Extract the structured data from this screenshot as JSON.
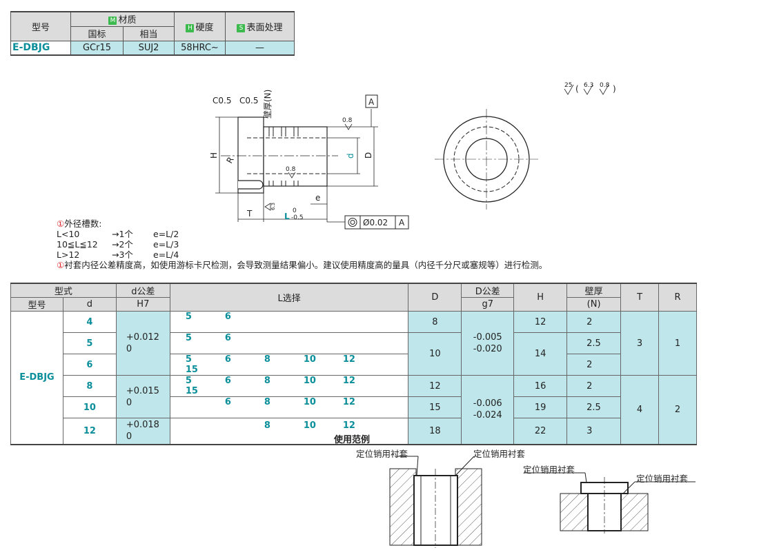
{
  "material_table": {
    "model_header": "型号",
    "material_header": "材质",
    "material_badge": "M",
    "std_header": "国标",
    "equiv_header": "相当",
    "hardness_header": "硬度",
    "hardness_badge": "H",
    "surface_header": "表面处理",
    "surface_badge": "S",
    "model": "E-DBJG",
    "std_value": "GCr15",
    "equiv_value": "SUJ2",
    "hardness_value": "58HRC~",
    "surface_value": "—"
  },
  "drawing": {
    "chamfer1": "C0.5",
    "chamfer2": "C0.5",
    "wall_label": "壁厚(N)",
    "datum": "A",
    "rough_top": "0.8",
    "rough_bore": "0.8",
    "rough_side": "6.3",
    "dim_H": "H",
    "dim_R": "R",
    "dim_d": "d",
    "dim_D": "D",
    "dim_e": "e",
    "dim_T": "T",
    "dim_L": "L",
    "dim_L_tol_upper": "0",
    "dim_L_tol_lower": "-0.5",
    "concentricity_value": "Ø0.02",
    "concentricity_datum": "A",
    "surface_legend_main": "25",
    "surface_legend_1": "6.3",
    "surface_legend_2": "0.8"
  },
  "notes": {
    "groove_title": "外径槽数:",
    "rules": [
      {
        "cond": "L<10",
        "count": "→1个",
        "e": "e=L/2"
      },
      {
        "cond": "10≦L≦12",
        "count": "→2个",
        "e": "e=L/3"
      },
      {
        "cond": "L>12",
        "count": "→3个",
        "e": "e=L/4"
      }
    ],
    "warning": "衬套内径公差精度高，如使用游标卡尺检测，会导致测量结果偏小。建议使用精度高的量具（内径千分尺或塞规等）进行检测。"
  },
  "spec_table": {
    "type_header": "型式",
    "model_header": "型号",
    "d_header": "d",
    "d_tol_header": "d公差",
    "d_tol_grade": "H7",
    "l_header": "L选择",
    "D_header": "D",
    "D_tol_header": "D公差",
    "D_tol_grade": "g7",
    "H_header": "H",
    "wall_header": "壁厚",
    "wall_sub": "(N)",
    "T_header": "T",
    "R_header": "R",
    "model": "E-DBJG",
    "rows": [
      {
        "d": "4",
        "L": [
          "5",
          "6",
          "",
          "",
          "",
          ""
        ],
        "D": "8",
        "H": "12",
        "N": "2"
      },
      {
        "d": "5",
        "L": [
          "5",
          "6",
          "",
          "",
          "",
          ""
        ],
        "N": "2.5"
      },
      {
        "d": "6",
        "L": [
          "5",
          "6",
          "8",
          "10",
          "12",
          "15"
        ],
        "N": "2"
      },
      {
        "d": "8",
        "L": [
          "5",
          "6",
          "8",
          "10",
          "12",
          "15"
        ],
        "D": "12",
        "H": "16",
        "N": "2"
      },
      {
        "d": "10",
        "L": [
          "",
          "6",
          "8",
          "10",
          "12",
          ""
        ],
        "D": "15",
        "H": "19",
        "N": "2.5"
      },
      {
        "d": "12",
        "L": [
          "",
          "",
          "8",
          "10",
          "12",
          ""
        ],
        "D": "18",
        "H": "22",
        "N": "3"
      }
    ],
    "d_tol_a_upper": "+0.012",
    "d_tol_a_lower": "0",
    "d_tol_b_upper": "+0.015",
    "d_tol_b_lower": "0",
    "d_tol_c_upper": "+0.018",
    "d_tol_c_lower": "0",
    "D_merged": "10",
    "H_merged": "14",
    "D_tol_a_upper": "-0.005",
    "D_tol_a_lower": "-0.020",
    "D_tol_b_upper": "-0.006",
    "D_tol_b_lower": "-0.024",
    "T_a": "3",
    "T_b": "4",
    "R_a": "1",
    "R_b": "2"
  },
  "usage": {
    "title": "使用范例",
    "label1": "定位销用衬套",
    "label2": "定位销用衬套",
    "label3": "定位销用衬套",
    "label4": "定位销用衬套"
  }
}
